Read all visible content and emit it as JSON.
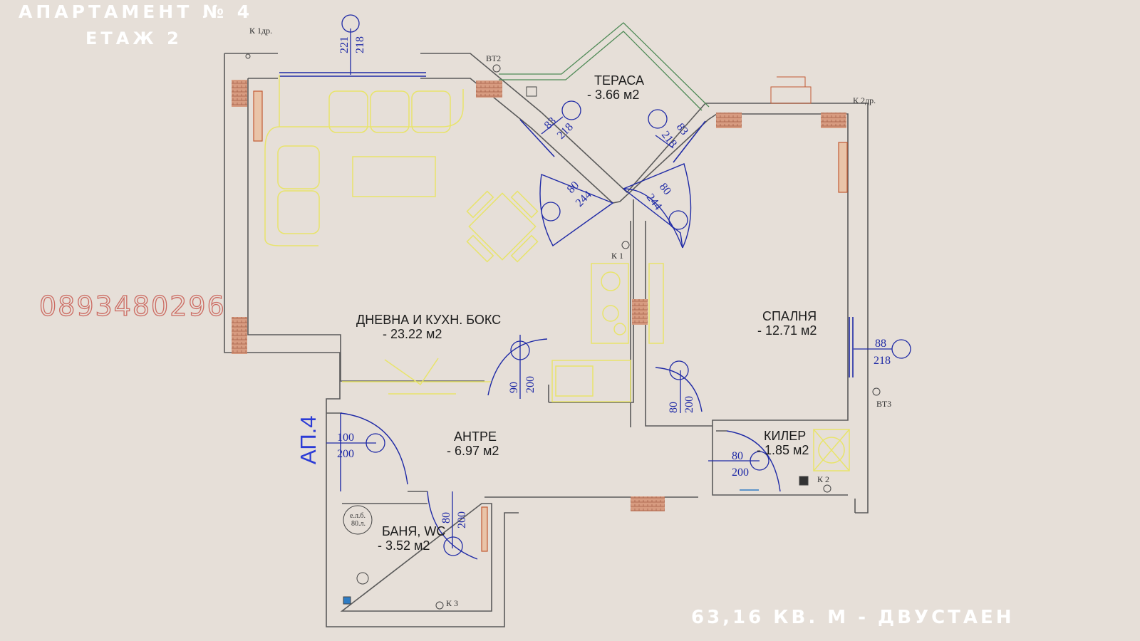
{
  "header": {
    "title_line1": "АПАРТАМЕНТ № 4",
    "title_line2": "ЕТАЖ 2"
  },
  "phone": "0893480296",
  "footer": "63,16 КВ. М - ДВУСТАЕН",
  "apartment_tag": "АП.4",
  "rooms": {
    "living": {
      "name": "ДНЕВНА И КУХН. БОКС",
      "area": "- 23.22 м2"
    },
    "terrace": {
      "name": "ТЕРАСА",
      "area": "- 3.66 м2"
    },
    "bedroom": {
      "name": "СПАЛНЯ",
      "area": "- 12.71 м2"
    },
    "hall": {
      "name": "АНТРЕ",
      "area": "- 6.97 м2"
    },
    "storage": {
      "name": "КИЛЕР",
      "area": "- 1.85 м2"
    },
    "bath": {
      "name": "БАНЯ, WC",
      "area": "- 3.52 м2"
    }
  },
  "dimensions": {
    "win_top_a": "221",
    "win_top_b": "218",
    "terr_left_a": "83",
    "terr_left_b": "218",
    "terr_right_a": "83",
    "terr_right_b": "218",
    "door_left_a": "80",
    "door_left_b": "244",
    "door_right_a": "80",
    "door_right_b": "244",
    "bed_win_a": "88",
    "bed_win_b": "218",
    "living_door_a": "90",
    "living_door_b": "200",
    "bed_door_a": "80",
    "bed_door_b": "200",
    "entry_a": "100",
    "entry_b": "200",
    "storage_a": "80",
    "storage_b": "200",
    "bath_a": "80",
    "bath_b": "200"
  },
  "markers": {
    "k1dr": "К 1др.",
    "k2dr": "К 2др.",
    "bt2": "ВТ2",
    "bt3": "ВТ3",
    "k1": "К 1",
    "k2": "К 2",
    "k3": "К 3",
    "boiler_a": "е.л.б.",
    "boiler_b": "80.л."
  },
  "colors": {
    "background": "#e6dfd8",
    "wall": "#5a5a5a",
    "dimension": "#1f2aa6",
    "furniture": "#e8e46a",
    "brick": "#cc8a70",
    "phone_outline": "#cc6b62",
    "terrace_rail": "#4e8a56"
  }
}
